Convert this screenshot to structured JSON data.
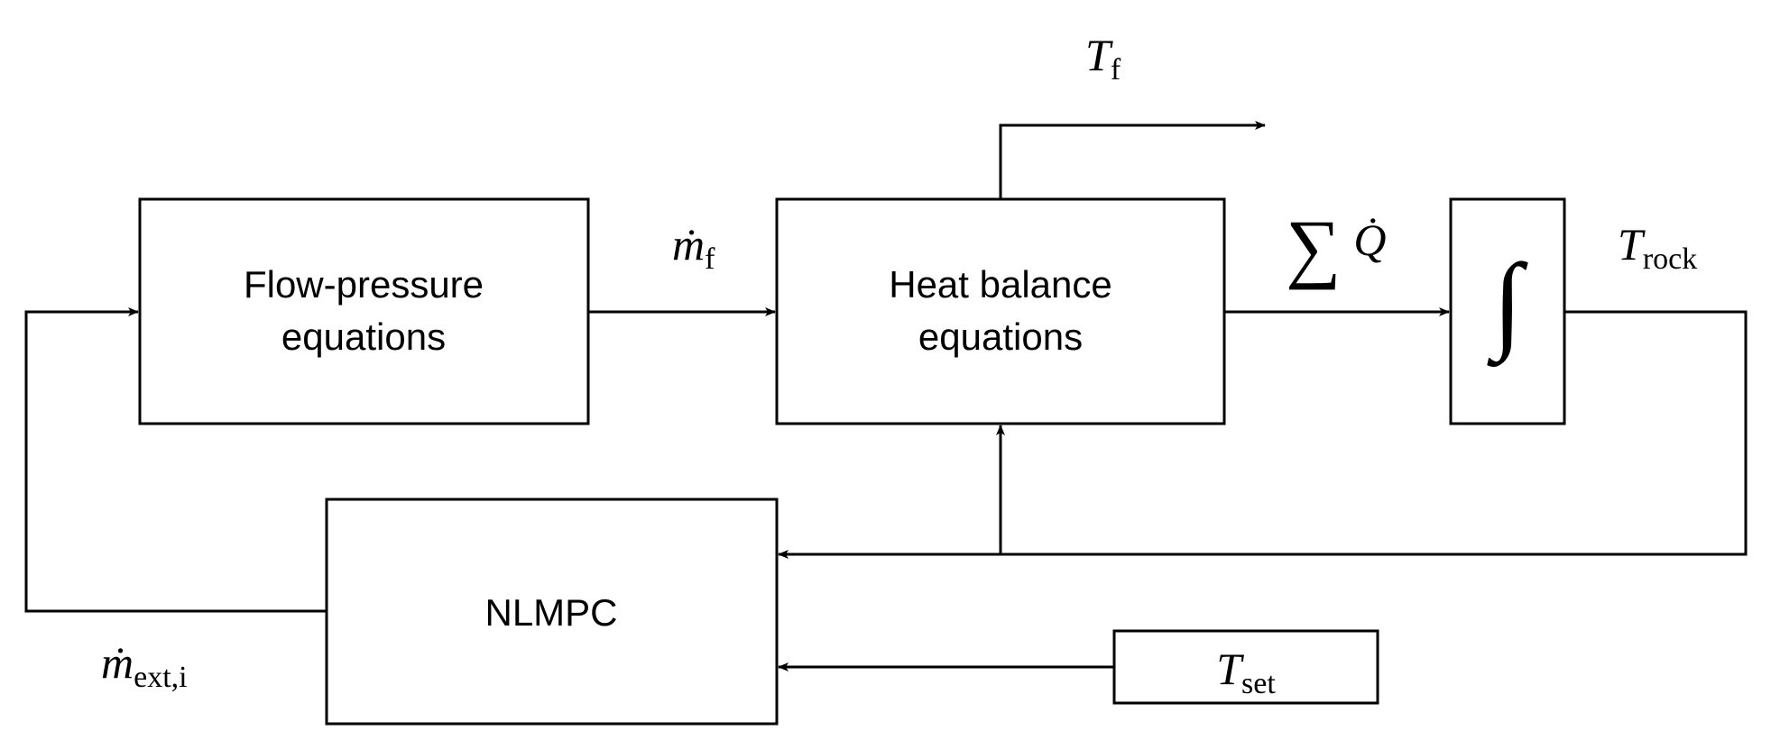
{
  "blocks": {
    "flow_pressure": {
      "line1": "Flow-pressure",
      "line2": "equations"
    },
    "heat_balance": {
      "line1": "Heat balance",
      "line2": "equations"
    },
    "integrator": {
      "symbol": "∫"
    },
    "nlmpc": {
      "label": "NLMPC"
    },
    "setpoint": {
      "symbol": "T",
      "sub": "set"
    }
  },
  "signals": {
    "m_f": {
      "symbol": "ṁ",
      "sub": "f"
    },
    "T_f": {
      "symbol": "T",
      "sub": "f"
    },
    "sum_Q": {
      "sum": "∑",
      "symbol": "Q̇"
    },
    "T_rock": {
      "symbol": "T",
      "sub": "rock"
    },
    "m_ext": {
      "symbol": "ṁ",
      "sub": "ext,i"
    }
  }
}
